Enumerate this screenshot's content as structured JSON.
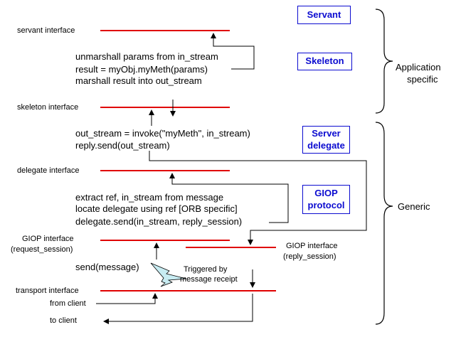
{
  "boxes": {
    "servant": "Servant",
    "skeleton": "Skeleton",
    "server_delegate_1": "Server",
    "server_delegate_2": "delegate",
    "giop_protocol_1": "GIOP",
    "giop_protocol_2": "protocol"
  },
  "groups": {
    "application_specific_1": "Application",
    "application_specific_2": "specific",
    "generic": "Generic"
  },
  "interfaces": {
    "servant": "servant interface",
    "skeleton": "skeleton interface",
    "delegate": "delegate interface",
    "giop_request_1": "GIOP interface",
    "giop_request_2": "(request_session)",
    "giop_reply_1": "GIOP interface",
    "giop_reply_2": "(reply_session)",
    "transport": "transport interface"
  },
  "code": {
    "skeleton_1": "unmarshall params from in_stream",
    "skeleton_2": "result = myObj.myMeth(params)",
    "skeleton_3": "marshall result into out_stream",
    "delegate_1": "out_stream = invoke(\"myMeth\", in_stream)",
    "delegate_2": "reply.send(out_stream)",
    "giop_1": "extract ref, in_stream from message",
    "giop_2": "locate delegate using ref [ORB specific]",
    "giop_3": "delegate.send(in_stream, reply_session)",
    "send_message": "send(message)"
  },
  "notes": {
    "triggered_1": "Triggered by",
    "triggered_2": "message receipt",
    "from_client": "from client",
    "to_client": "to client"
  },
  "colors": {
    "interface_line": "#e00000",
    "box_border": "#0b0bd0",
    "lightning": "#c8ecf2"
  }
}
